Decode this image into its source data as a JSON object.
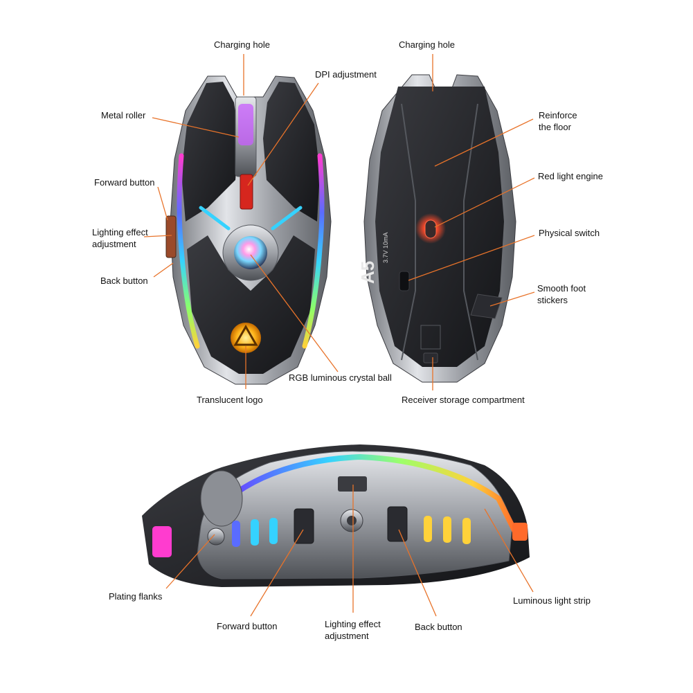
{
  "colors": {
    "leader": "#e8732a",
    "body_dark": "#1e1f23",
    "metal": "#b9bcc2",
    "rgb_cyan": "#35d2ff",
    "rgb_pink": "#ff3ccf",
    "rgb_yellow": "#ffd23a",
    "red_led": "#ff4a2a"
  },
  "printed": {
    "model": "A5",
    "spec": "3.7V 10mA"
  },
  "top_view": {
    "charging_hole": "Charging hole",
    "dpi_adjustment": "DPI adjustment",
    "metal_roller": "Metal roller",
    "forward_button": "Forward button",
    "lighting_effect": [
      "Lighting effect",
      "adjustment"
    ],
    "back_button": "Back button",
    "rgb_ball": "RGB luminous crystal ball",
    "translucent_logo": "Translucent logo"
  },
  "bottom_view": {
    "charging_hole": "Charging hole",
    "reinforce_floor": [
      "Reinforce",
      "the floor"
    ],
    "red_light_engine": "Red light engine",
    "physical_switch": "Physical switch",
    "smooth_foot": [
      "Smooth foot",
      "stickers"
    ],
    "receiver_storage": "Receiver storage compartment"
  },
  "side_view": {
    "plating_flanks": "Plating flanks",
    "forward_button": "Forward button",
    "lighting_effect": [
      "Lighting effect",
      "adjustment"
    ],
    "back_button": "Back button",
    "luminous_strip": "Luminous light strip"
  }
}
